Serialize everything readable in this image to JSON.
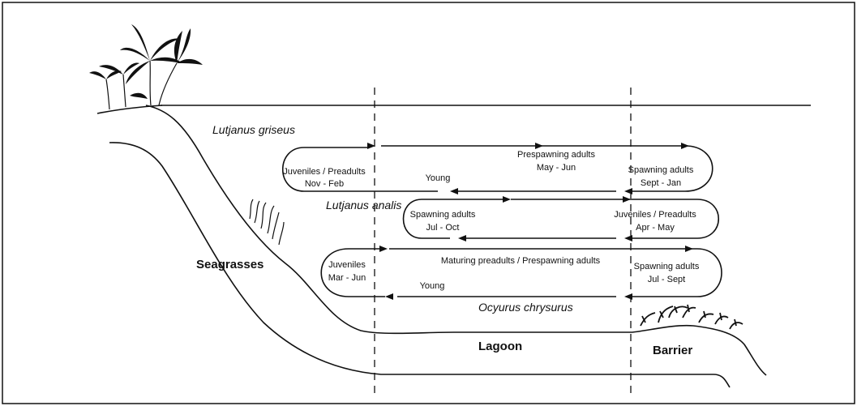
{
  "species": {
    "griseus": "Lutjanus griseus",
    "analis": "Lutjanus analis",
    "chrysurus": "Ocyurus chrysurus"
  },
  "zones": {
    "seagrasses": "Seagrasses",
    "lagoon": "Lagoon",
    "barrier": "Barrier"
  },
  "griseus_stages": {
    "juv_title": "Juveniles / Preadults",
    "juv_time": "Nov - Feb",
    "pre_title": "Prespawning adults",
    "pre_time": "May - Jun",
    "spawn_title": "Spawning adults",
    "spawn_time": "Sept - Jan",
    "young": "Young"
  },
  "analis_stages": {
    "spawn_title": "Spawning adults",
    "spawn_time": "Jul - Oct",
    "juv_title": "Juveniles / Preadults",
    "juv_time": "Apr - May"
  },
  "chrysurus_stages": {
    "juv_title": "Juveniles",
    "juv_time": "Mar - Jun",
    "mat_title": "Maturing preadults / Prespawning adults",
    "spawn_title": "Spawning adults",
    "spawn_time": "Jul - Sept",
    "young": "Young"
  }
}
